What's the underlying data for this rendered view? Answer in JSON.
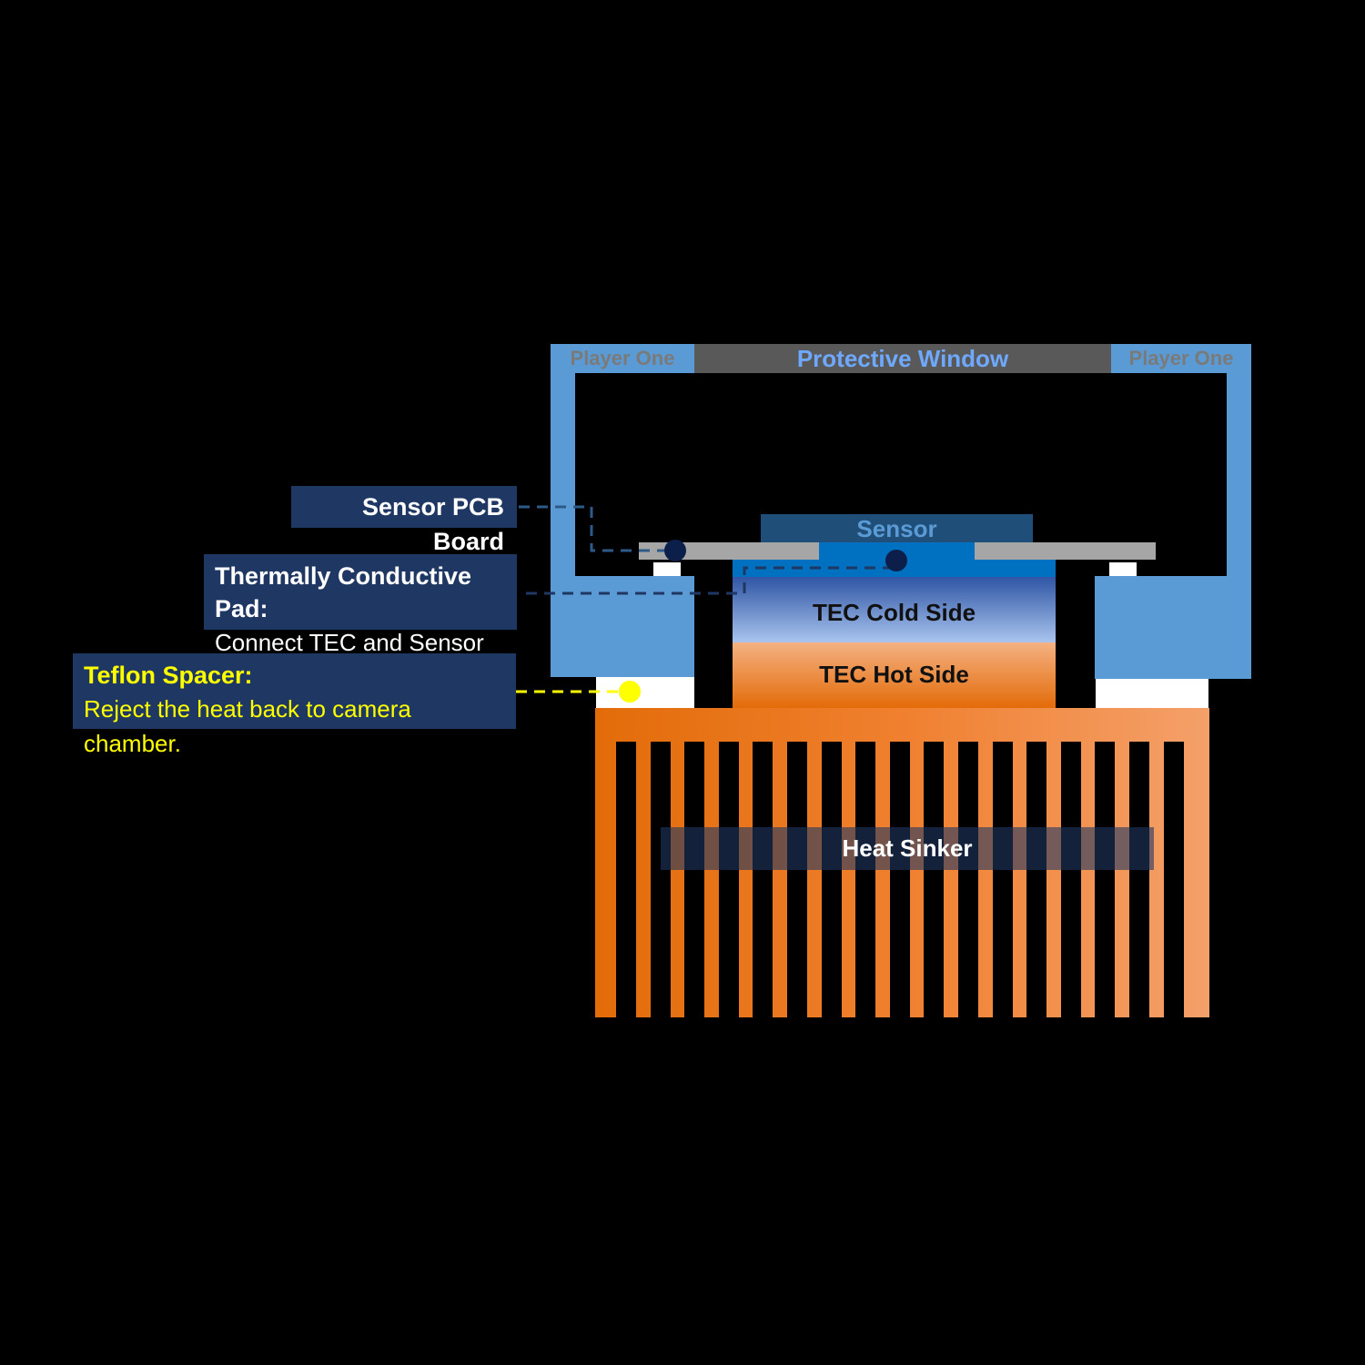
{
  "labels": {
    "brand_left": "Player One",
    "brand_right": "Player One",
    "window": "Protective Window",
    "sensor": "Sensor",
    "tec_cold": "TEC Cold Side",
    "tec_hot": "TEC Hot Side",
    "heatsink": "Heat Sinker"
  },
  "callouts": {
    "pcb": {
      "title": "Sensor PCB Board"
    },
    "pad": {
      "title": "Thermally Conductive Pad:",
      "subtitle": "Connect TEC and Sensor"
    },
    "teflon": {
      "title": "Teflon Spacer:",
      "subtitle": "Reject the heat back to camera chamber."
    }
  },
  "colors": {
    "background": "#000000",
    "housing": "#5b9bd5",
    "window": "#595959",
    "window_text": "#6fa8ff",
    "brand_text": "#7a7a7a",
    "sensor": "#1f4e79",
    "sensor_text": "#5b9bd5",
    "pcb": "#a6a6a6",
    "pad": "#0070c0",
    "tec_cold_top": "#2f55a4",
    "tec_cold_bottom": "#a9c4ee",
    "tec_hot_top": "#f4b183",
    "tec_hot_bottom": "#e36c09",
    "heatsink": "#ef7d2f",
    "callout_bg": "#1f3763",
    "connector_blue": "#1f4e79",
    "teflon_yellow": "#ffff00",
    "spacer": "#ffffff"
  }
}
